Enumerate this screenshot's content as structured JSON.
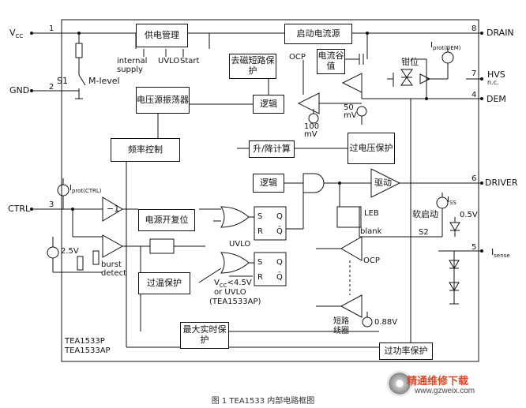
{
  "pins": {
    "vcc": "V",
    "vcc_sub": "CC",
    "gnd": "GND",
    "ctrl": "CTRL",
    "drain": "DRAIN",
    "hvs": "HVS",
    "nc": "n.c.",
    "dem": "DEM",
    "driver": "DRIVER",
    "isense": "I",
    "isense_sub": "sense",
    "num1": "1",
    "num2": "2",
    "num3": "3",
    "num4": "4",
    "num5": "5",
    "num6": "6",
    "num7": "7",
    "num8": "8"
  },
  "blocks": {
    "power_mgmt": "供电管理",
    "startup_current": "启动电流源",
    "demag_short": "去磁短路保护",
    "valley": "电流谷值",
    "voltage_osc": "电压源振荡器",
    "logic1": "逻辑",
    "logic2": "逻辑",
    "freq_ctrl": "频率控制",
    "updown": "升/降计算",
    "ovp": "过电压保护",
    "driver": "驱动",
    "por": "电源开复位",
    "otp": "过温保护",
    "max_on": "最大实时保护",
    "overpower": "过功率保护"
  },
  "labels": {
    "internal_supply": "internal supply",
    "uvlo_start_uvlo": "UVLO",
    "uvlo_start_start": "Start",
    "s1": "S1",
    "m_level": "M-level",
    "ocp_top": "OCP",
    "iprot_dem": "I",
    "iprot_dem_sub": "prot(DEM)",
    "clamp": "钳位",
    "mv50": "50 mV",
    "mv100": "100 mV",
    "iprot_ctrl": "I",
    "iprot_ctrl_sub": "prot(CTRL)",
    "minus1": "−1",
    "v25": "2.5V",
    "burst": "burst detect",
    "uvlo": "UVLO",
    "s": "S",
    "r": "R",
    "q": "Q",
    "qbar": "Q̄",
    "vcc45": "V",
    "vcc45_sub": "CC",
    "vcc45_rest": "<4.5V",
    "or_uvlo": "or UVLO",
    "tea1533ap_paren": "(TEA1533AP)",
    "leb": "LEB",
    "blank": "blank",
    "ocp": "OCP",
    "iss": "I",
    "iss_sub": "SS",
    "soft_start": "软启动",
    "v05": "0.5V",
    "s2": "S2",
    "short_coil": "短路线圈",
    "v088": "0.88V",
    "part1": "TEA1533P",
    "part2": "TEA1533AP"
  },
  "caption": "图 1  TEA1533 内部电路框图",
  "watermark": {
    "title": "精通维修下载",
    "url": "www.gzweix.com"
  }
}
